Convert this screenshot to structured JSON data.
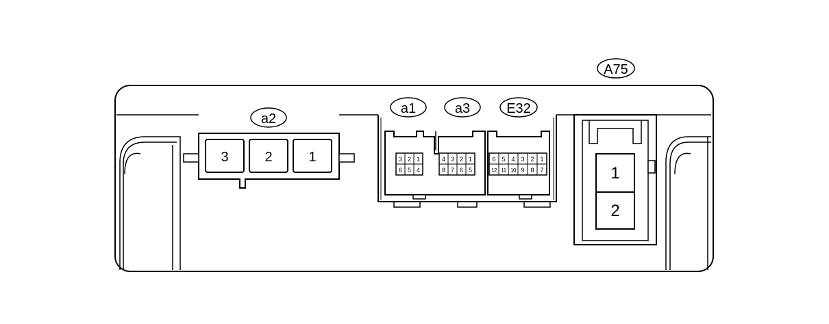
{
  "labels": {
    "a2": "a2",
    "a1": "a1",
    "a3": "a3",
    "e32": "E32",
    "a75": "A75"
  },
  "connectors": {
    "a2_pins": [
      "3",
      "2",
      "1"
    ],
    "a1_pins_top": [
      "3",
      "2",
      "1"
    ],
    "a1_pins_bottom": [
      "6",
      "5",
      "4"
    ],
    "a3_pins_top": [
      "4",
      "3",
      "2",
      "1"
    ],
    "a3_pins_bottom": [
      "8",
      "7",
      "6",
      "5"
    ],
    "e32_pins_top": [
      "6",
      "5",
      "4",
      "3",
      "2",
      "1"
    ],
    "e32_pins_bottom": [
      "12",
      "11",
      "10",
      "9",
      "8",
      "7"
    ],
    "a75_pins": [
      "1",
      "2"
    ]
  }
}
